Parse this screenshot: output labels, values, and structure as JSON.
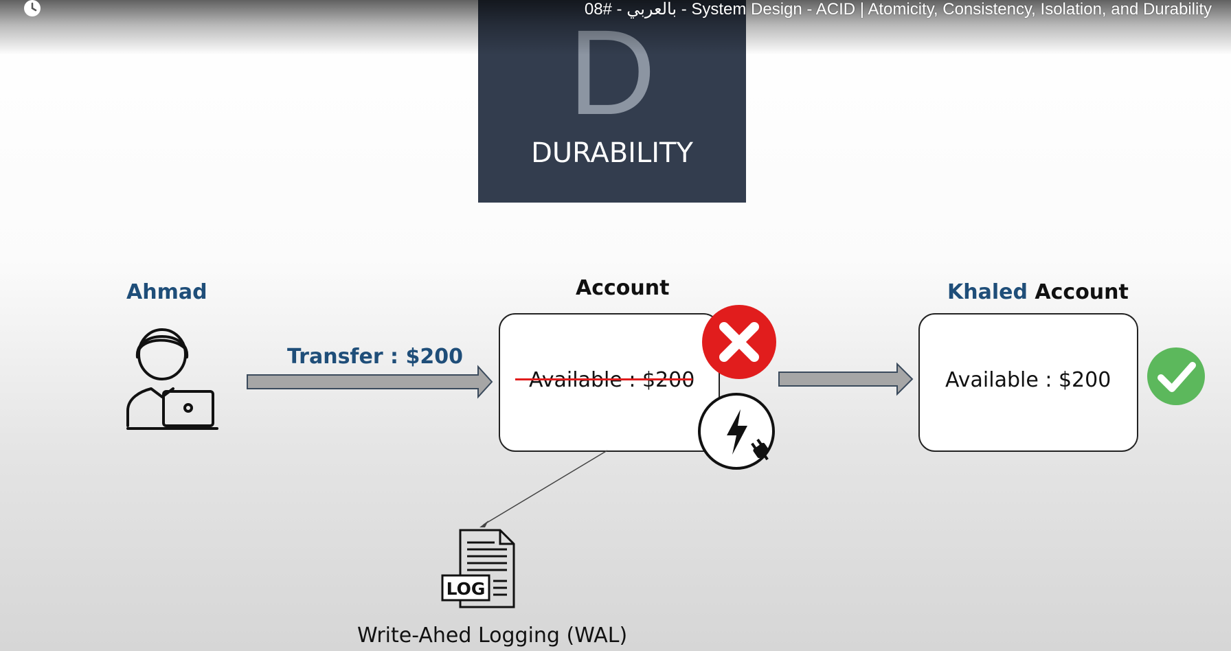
{
  "player": {
    "title": "08# - بالعربي - System Design - ACID | Atomicity, Consistency, Isolation, and Durability",
    "watch_later_icon": "clock-icon"
  },
  "slide": {
    "header": {
      "letter": "D",
      "word": "DURABILITY"
    },
    "sender": {
      "name": "Ahmad",
      "icon": "person-laptop-icon"
    },
    "transfer_label": "Transfer : $200",
    "account": {
      "title": "Account",
      "available": "Available : $200",
      "status_icon": "x-mark-icon",
      "failure_icon": "power-outage-icon"
    },
    "receiver": {
      "name": "Khaled",
      "title_suffix": "Account",
      "available": "Available : $200",
      "status_icon": "checkmark-icon"
    },
    "log": {
      "icon": "log-file-icon",
      "badge": "LOG",
      "label": "Write-Ahed Logging (WAL)"
    },
    "colors": {
      "header_bg": "#333d4e",
      "label_blue": "#1f4e79",
      "error_red": "#e11d1d",
      "success_green": "#5cb85c",
      "arrow_gray": "#a6a6a6"
    }
  }
}
